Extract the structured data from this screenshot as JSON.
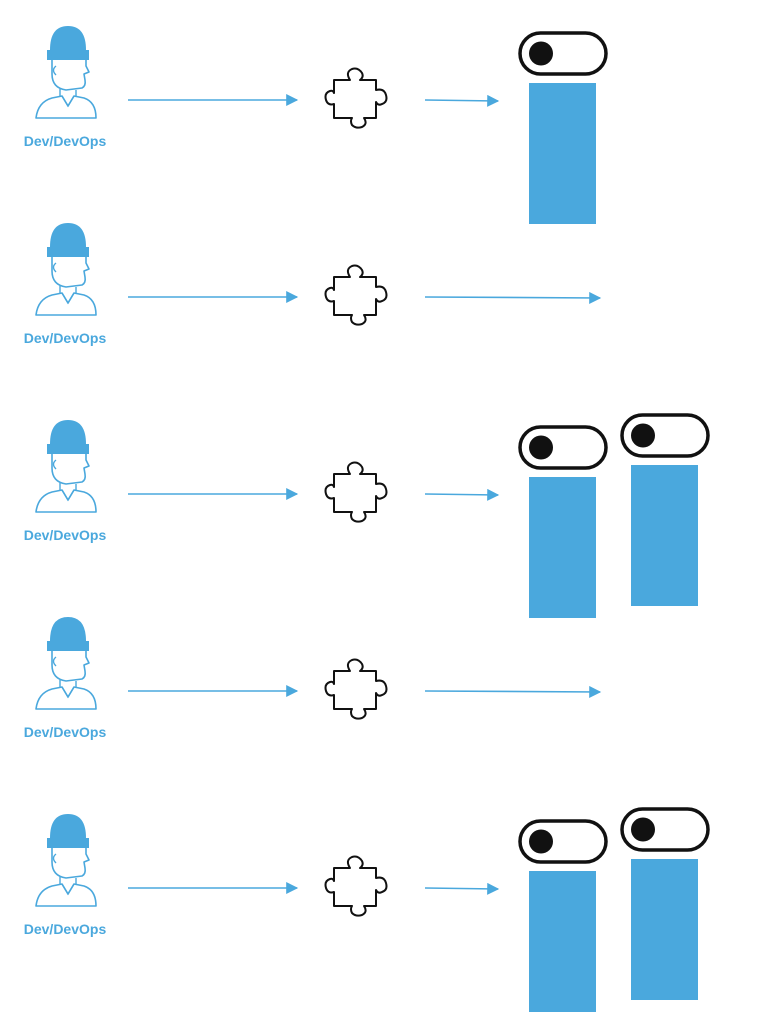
{
  "theme": {
    "accent": "#4aa8dd",
    "stroke": "#111111",
    "background": "#ffffff"
  },
  "rows": [
    {
      "role_label": "Dev/DevOps",
      "person_icon": "developer-hardhat-icon",
      "component_icon": "puzzle-piece-icon",
      "toggle_state": "off",
      "target_shifted": false
    },
    {
      "role_label": "Dev/DevOps",
      "person_icon": "developer-hardhat-icon",
      "component_icon": "puzzle-piece-icon",
      "toggle_state": "off",
      "target_shifted": true
    },
    {
      "role_label": "Dev/DevOps",
      "person_icon": "developer-hardhat-icon",
      "component_icon": "puzzle-piece-icon",
      "toggle_state": "off",
      "target_shifted": false
    },
    {
      "role_label": "Dev/DevOps",
      "person_icon": "developer-hardhat-icon",
      "component_icon": "puzzle-piece-icon",
      "toggle_state": "off",
      "target_shifted": true
    },
    {
      "role_label": "Dev/DevOps",
      "person_icon": "developer-hardhat-icon",
      "component_icon": "puzzle-piece-icon",
      "toggle_state": "off",
      "target_shifted": false
    }
  ]
}
